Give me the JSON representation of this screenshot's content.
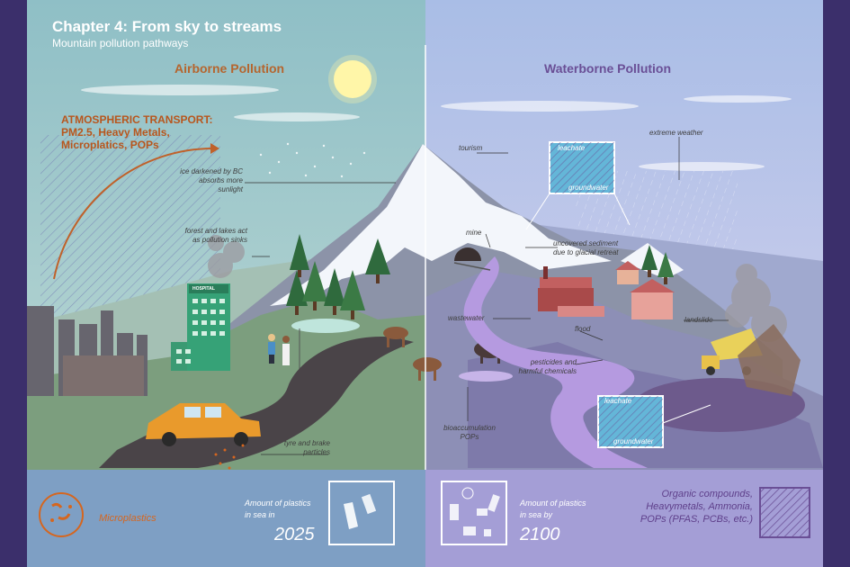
{
  "header": {
    "title": "Chapter 4: From sky to streams",
    "subtitle": "Mountain pollution pathways"
  },
  "sections": {
    "airborne": "Airborne Pollution",
    "waterborne": "Waterborne Pollution"
  },
  "atmospheric_transport": {
    "line1": "ATMOSPHERIC TRANSPORT:",
    "line2": "PM2.5, Heavy Metals,",
    "line3": "Microplatics, POPs"
  },
  "labels_left": {
    "ice_1": "ice darkened by BC",
    "ice_2": "absorbs more",
    "ice_3": "sunlight",
    "forest_1": "forest and lakes act",
    "forest_2": "as pollution sinks",
    "hospital": "HOSPITAL",
    "tyre_1": "tyre and brake",
    "tyre_2": "particles"
  },
  "labels_right": {
    "tourism": "tourism",
    "leachate_top": "leachate",
    "groundwater_top": "groundwater",
    "extreme_weather": "extreme weather",
    "mine": "mine",
    "sediment_1": "uncovered sediment",
    "sediment_2": "due to glacial retreat",
    "wastewater": "wastewater",
    "flood": "flood",
    "landslide": "landslide",
    "pesticides_1": "pesticides and",
    "pesticides_2": "harmful chemicals",
    "leachate_bottom": "leachate",
    "groundwater_bottom": "groundwater",
    "bioacc_1": "bioaccumulation",
    "bioacc_2": "POPs"
  },
  "bottom": {
    "microplastics": "Microplastics",
    "amount_left_1": "Amount of plastics",
    "amount_left_2": "in sea in",
    "year_left": "2025",
    "amount_right_1": "Amount of plastics",
    "amount_right_2": "in sea by",
    "year_right": "2100",
    "organic_1": "Organic compounds,",
    "organic_2": "Heavymetals, Ammonia,",
    "organic_3": "POPs (PFAS, PCBs, etc.)"
  },
  "colors": {
    "airborne_accent": "#b5652e",
    "waterborne_accent": "#6a4f96",
    "sky_left": "#9cc4cc",
    "sky_right": "#b9c8ea",
    "river": "#b59ae0",
    "road": "#4a4448",
    "car": "#e99a2c"
  }
}
